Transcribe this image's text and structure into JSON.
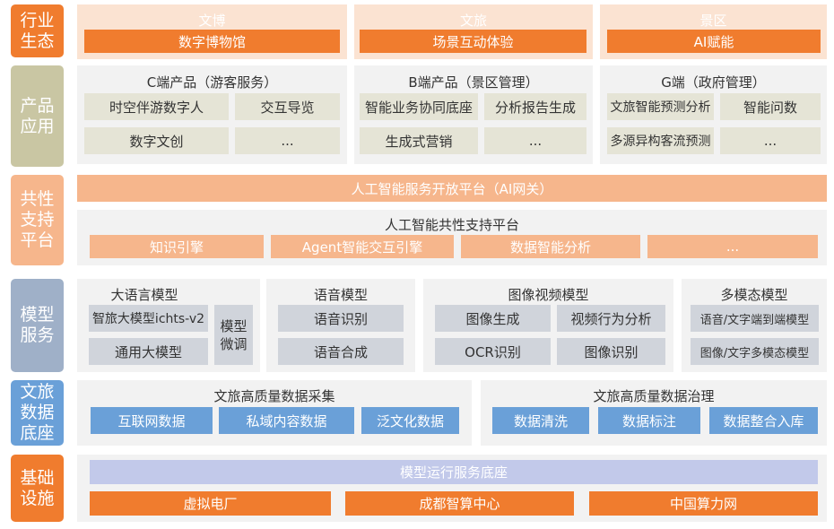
{
  "colors": {
    "orange": "#f07c2e",
    "peach": "#f6b68c",
    "olive": "#c9c6a3",
    "gray_blue": "#9fb0c8",
    "blue": "#6aa0d8",
    "lavender": "#c2c9ea"
  },
  "layers": {
    "industry": "行业\n生态",
    "product": "产品\n应用",
    "common": "共性\n支持\n平台",
    "model": "模型\n服务",
    "data": "文旅\n数据\n底座",
    "infra": "基础\n设施"
  },
  "industry": [
    {
      "title": "文博",
      "item": "数字博物馆"
    },
    {
      "title": "文旅",
      "item": "场景互动体验"
    },
    {
      "title": "景区",
      "item": "AI赋能"
    }
  ],
  "products": [
    {
      "title": "C端产品（游客服务）",
      "items": [
        "时空伴游数字人",
        "交互导览",
        "数字文创",
        "..."
      ]
    },
    {
      "title": "B端产品（景区管理）",
      "items": [
        "智能业务协同底座",
        "分析报告生成",
        "生成式营销",
        "..."
      ]
    },
    {
      "title": "G端（政府管理）",
      "items": [
        "文旅智能预测分析",
        "智能问数",
        "多源异构客流预测",
        "..."
      ]
    }
  ],
  "gateway": "人工智能服务开放平台（AI网关）",
  "common_platform": {
    "title": "人工智能共性支持平台",
    "items": [
      "知识引擎",
      "Agent智能交互引擎",
      "数据智能分析",
      "..."
    ]
  },
  "models": {
    "llm": {
      "title": "大语言模型",
      "items": [
        "智旅大模型ichts-v2",
        "通用大模型"
      ],
      "side": "模型\n微调"
    },
    "speech": {
      "title": "语音模型",
      "items": [
        "语音识别",
        "语音合成"
      ]
    },
    "vision": {
      "title": "图像视频模型",
      "items": [
        "图像生成",
        "视频行为分析",
        "OCR识别",
        "图像识别"
      ]
    },
    "multimodal": {
      "title": "多模态模型",
      "items": [
        "语音/文字端到端模型",
        "图像/文字多模态模型"
      ]
    }
  },
  "data_layer": {
    "collection": {
      "title": "文旅高质量数据采集",
      "items": [
        "互联网数据",
        "私域内容数据",
        "泛文化数据"
      ]
    },
    "governance": {
      "title": "文旅高质量数据治理",
      "items": [
        "数据清洗",
        "数据标注",
        "数据整合入库"
      ]
    }
  },
  "infra": {
    "base": "模型运行服务底座",
    "items": [
      "虚拟电厂",
      "成都智算中心",
      "中国算力网"
    ]
  }
}
